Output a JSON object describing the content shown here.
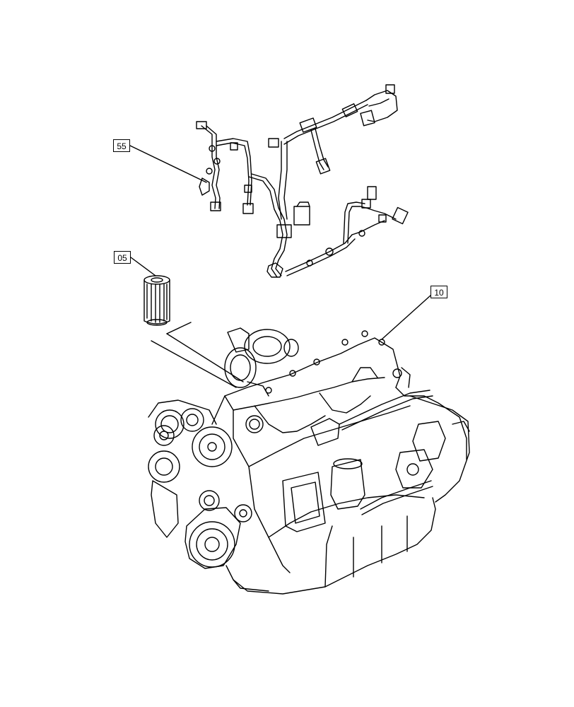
{
  "callouts": [
    {
      "id": "55",
      "label": "55",
      "part": "engine-wiring-harness"
    },
    {
      "id": "05",
      "label": "05",
      "part": "fuel-filter-cartridge"
    },
    {
      "id": "10",
      "label": "10",
      "part": "engine-assembly"
    }
  ],
  "colors": {
    "line": "#000000",
    "background": "#ffffff"
  }
}
